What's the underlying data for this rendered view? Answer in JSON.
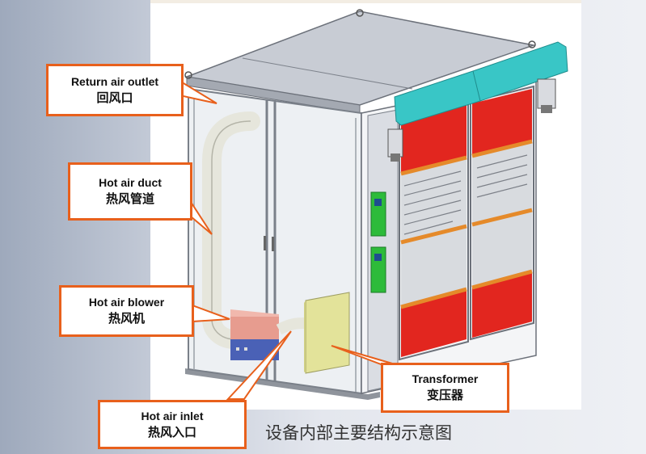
{
  "callouts": {
    "return_air_outlet": {
      "en": "Return air outlet",
      "zh": "回风口"
    },
    "hot_air_duct": {
      "en": "Hot air duct",
      "zh": "热风管道"
    },
    "hot_air_blower": {
      "en": "Hot air blower",
      "zh": "热风机"
    },
    "transformer": {
      "en": "Transformer",
      "zh": "变压器"
    },
    "hot_air_inlet": {
      "en": "Hot air inlet",
      "zh": "热风入口"
    }
  },
  "caption": "设备内部主要结构示意图",
  "colors": {
    "callout_border": "#e8601c",
    "shutter_red": "#e2261f",
    "cap_teal": "#39c6c6",
    "frame_orange": "#e58a2a",
    "panel_green": "#2dbb3a",
    "duct": "#e6e6dc",
    "blower_pink": "#e79c8f",
    "blower_blue": "#4a61b6",
    "transformer": "#e3e39a"
  }
}
